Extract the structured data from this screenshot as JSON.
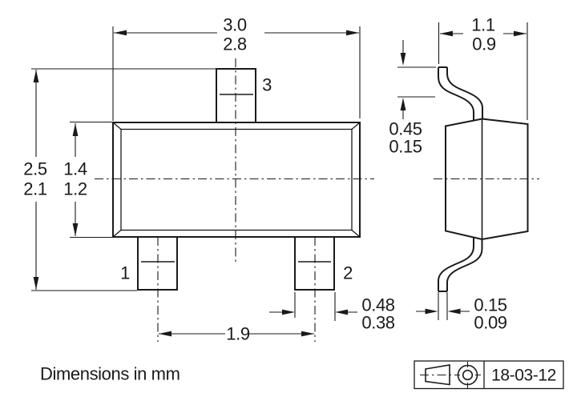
{
  "top_view": {
    "dim_total_width": {
      "max": "3.0",
      "min": "2.8"
    },
    "dim_total_height": {
      "max": "2.5",
      "min": "2.1"
    },
    "dim_body_height": {
      "max": "1.4",
      "min": "1.2"
    },
    "dim_pin_pitch": "1.9",
    "dim_pin_width": {
      "max": "0.48",
      "min": "0.38"
    },
    "pin_labels": {
      "pin1": "1",
      "pin2": "2",
      "pin3": "3"
    }
  },
  "side_view": {
    "dim_total_thickness": {
      "max": "1.1",
      "min": "0.9"
    },
    "dim_standoff": {
      "max": "0.45",
      "min": "0.15"
    },
    "dim_lead_thickness": {
      "max": "0.15",
      "min": "0.09"
    }
  },
  "footer": {
    "units_note": "Dimensions in mm",
    "title_block": {
      "date": "18-03-12",
      "projection_icon": "first-angle-projection-cone",
      "target_icon": "concentric-circles-target"
    }
  },
  "colors": {
    "ink": "#1a1a1a",
    "background": "#ffffff"
  }
}
